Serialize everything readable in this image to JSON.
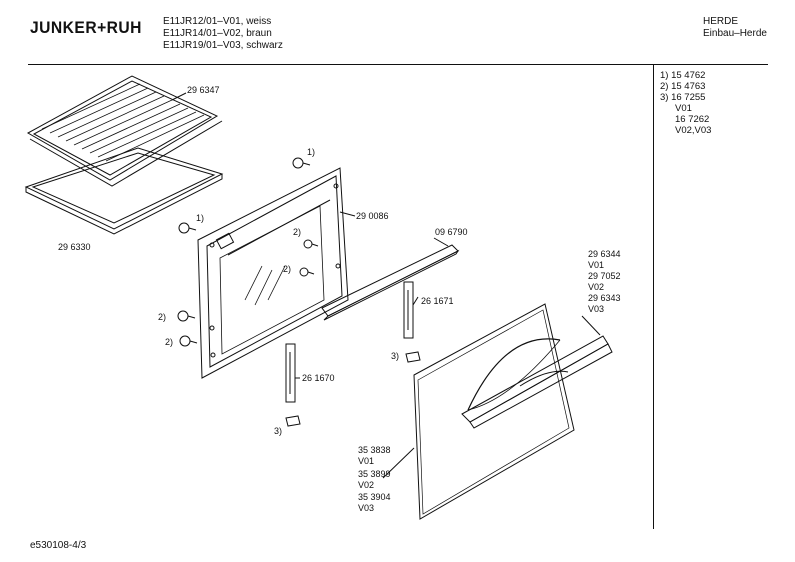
{
  "header": {
    "brand": "JUNKER+RUH",
    "models": [
      "E11JR12/01–V01, weiss",
      "E11JR14/01–V02, braun",
      "E11JR19/01–V03, schwarz"
    ],
    "category": [
      "HERDE",
      "Einbau–Herde"
    ]
  },
  "notes": [
    "1) 15 4762",
    "2) 15 4763",
    "3) 16 7255",
    "V01",
    "16 7262",
    "V02,V03"
  ],
  "parts": {
    "rack": "29 6347",
    "tray": "29 6330",
    "frame": "29 0086",
    "rail": "09 6790",
    "hinge_right": "26 1671",
    "hinge_left": "26 1670",
    "handle": [
      "29 6344",
      "V01",
      "29 7052",
      "V02",
      "29 6343",
      "V03"
    ],
    "door": [
      "35 3838",
      "V01",
      "35 3899",
      "V02",
      "35 3904",
      "V03"
    ]
  },
  "callouts": {
    "screw_top": "1)",
    "screw_left": "1)",
    "screw_mid_a": "2)",
    "screw_mid_b": "2)",
    "screw_low_a": "2)",
    "screw_low_b": "2)",
    "clip_right": "3)",
    "clip_left": "3)"
  },
  "footer": {
    "doc_id": "e530108-4/3"
  }
}
